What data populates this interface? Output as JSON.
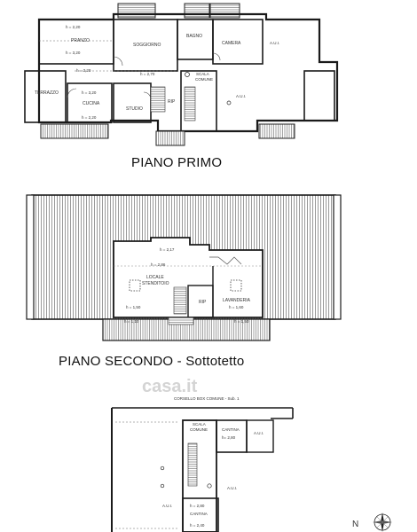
{
  "floors": {
    "primo": {
      "title": "PIANO PRIMO",
      "rooms": {
        "pranzo": "PRANZO",
        "soggiorno": "SOGGIORNO",
        "bagno": "BAGNO",
        "camera": "CAMERA",
        "terrazzo": "TERRAZZO",
        "cucina": "CUCINA",
        "studio": "STUDIO",
        "rip": "RIP",
        "scala": "SCALA",
        "comune": "COMUNE",
        "aui_top": "A.U.I.",
        "aui_mid": "A.U.I."
      },
      "heights": {
        "h1": "h = 2,20",
        "h2": "h = 3,20",
        "h3": "h = 2,70",
        "h4": "h = 3,20",
        "h5": "h = 3,20",
        "h6": "h = 2,20"
      }
    },
    "secondo": {
      "title": "PIANO SECONDO - Sottotetto",
      "rooms": {
        "locale": "LOCALE",
        "stenditoio": "STENDITOIO",
        "lavanderia": "LAVANDERIA",
        "rip": "RIP"
      },
      "heights": {
        "h1": "h = 2,17",
        "h2": "h = 2,86",
        "h3": "h = 1,50",
        "h4": "h = 1,60",
        "h5": "h = 1,10",
        "h6": "h = 1,50"
      }
    },
    "box": {
      "header": "CORSELLO BOX COMUNE - Sub. 1",
      "rooms": {
        "scala": "SCALA",
        "comune": "COMUNE",
        "cantina1": "CANTINA",
        "cantina2": "CANTINA",
        "aui_right": "A.U.I.",
        "aui_mid": "A.U.I.",
        "aui_left": "A.U.I."
      },
      "heights": {
        "h1": "h= 2,80",
        "h2": "h = 2,80",
        "h3": "h = 2,40"
      }
    }
  },
  "watermark": "casa.it",
  "north_label": "N"
}
